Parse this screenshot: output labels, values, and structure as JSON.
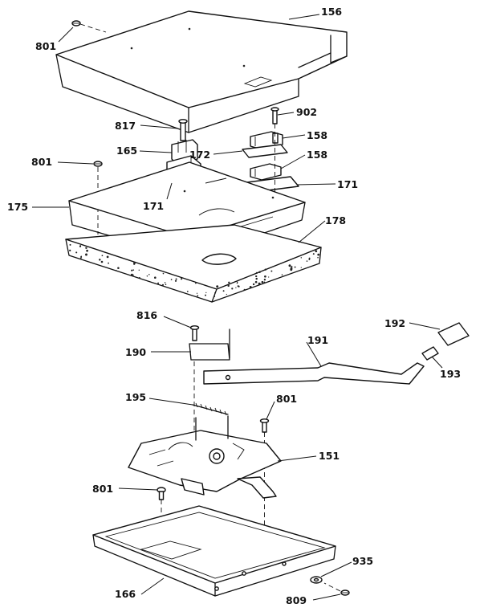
{
  "labels": {
    "l156": "156",
    "l801a": "801",
    "l902": "902",
    "l817": "817",
    "l158a": "158",
    "l165": "165",
    "l172": "172",
    "l801b": "801",
    "l158b": "158",
    "l171a": "171",
    "l171b": "171",
    "l175": "175",
    "l178": "178",
    "l816": "816",
    "l192": "192",
    "l190": "190",
    "l191": "191",
    "l193": "193",
    "l195": "195",
    "l801c": "801",
    "l151": "151",
    "l801d": "801",
    "l935": "935",
    "l166": "166",
    "l809": "809"
  }
}
